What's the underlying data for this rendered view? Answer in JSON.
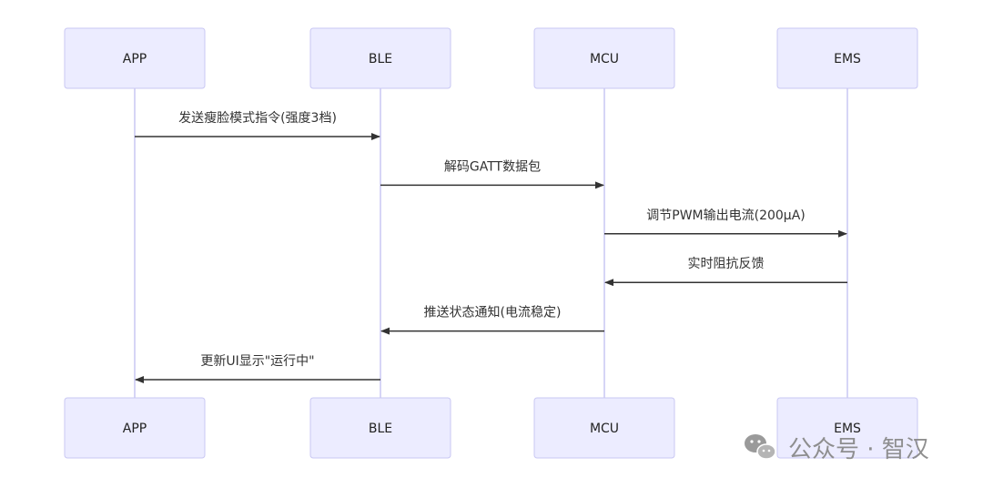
{
  "actors": [
    {
      "id": "app",
      "label": "APP"
    },
    {
      "id": "ble",
      "label": "BLE"
    },
    {
      "id": "mcu",
      "label": "MCU"
    },
    {
      "id": "ems",
      "label": "EMS"
    }
  ],
  "messages": [
    {
      "from": 0,
      "to": 1,
      "label": "发送瘦脸模式指令(强度3档)"
    },
    {
      "from": 1,
      "to": 2,
      "label": "解码GATT数据包"
    },
    {
      "from": 2,
      "to": 3,
      "label": "调节PWM输出电流(200μA)"
    },
    {
      "from": 3,
      "to": 2,
      "label": "实时阻抗反馈"
    },
    {
      "from": 2,
      "to": 1,
      "label": "推送状态通知(电流稳定)"
    },
    {
      "from": 1,
      "to": 0,
      "label": "更新UI显示\"运行中\""
    }
  ],
  "watermark": {
    "text": "公众号 · 智汉",
    "icon": "wechat-icon"
  },
  "colors": {
    "actor_fill": "#ececff",
    "actor_stroke": "#c9c7f3",
    "lifeline": "#c9c7f3",
    "message": "#333333"
  }
}
